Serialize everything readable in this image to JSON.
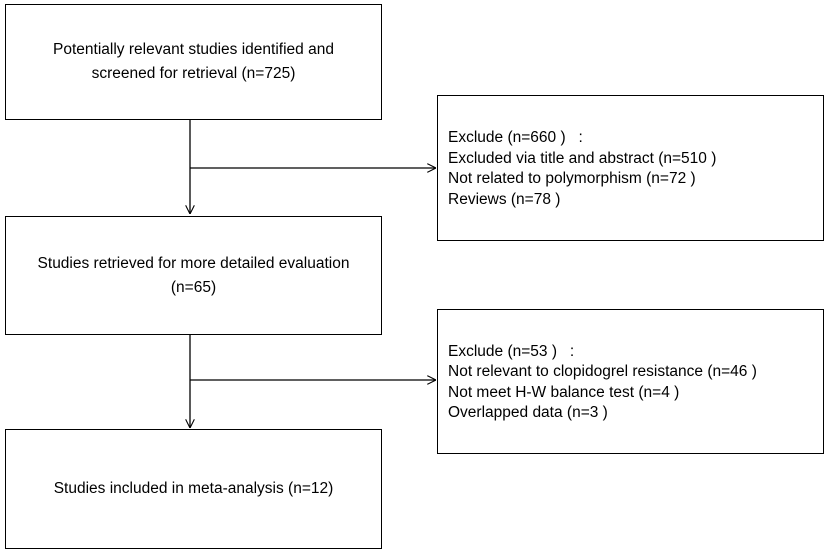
{
  "boxes": {
    "identified": {
      "lines": [
        "Potentially relevant studies identified and",
        "screened for retrieval (n=725)"
      ]
    },
    "exclude_first": {
      "lines": [
        "Exclude (n=660 )   :",
        "Excluded via title and abstract (n=510 )",
        "Not related to polymorphism (n=72 )",
        "Reviews (n=78 )"
      ]
    },
    "retrieved": {
      "lines": [
        "Studies retrieved for more detailed evaluation",
        "(n=65)"
      ]
    },
    "exclude_second": {
      "lines": [
        "Exclude (n=53 )   :",
        "Not relevant to clopidogrel resistance (n=46 )",
        "Not meet H-W balance test (n=4 )",
        "Overlapped data (n=3 )"
      ]
    },
    "included": {
      "lines": [
        "Studies included in meta-analysis (n=12)"
      ]
    }
  }
}
